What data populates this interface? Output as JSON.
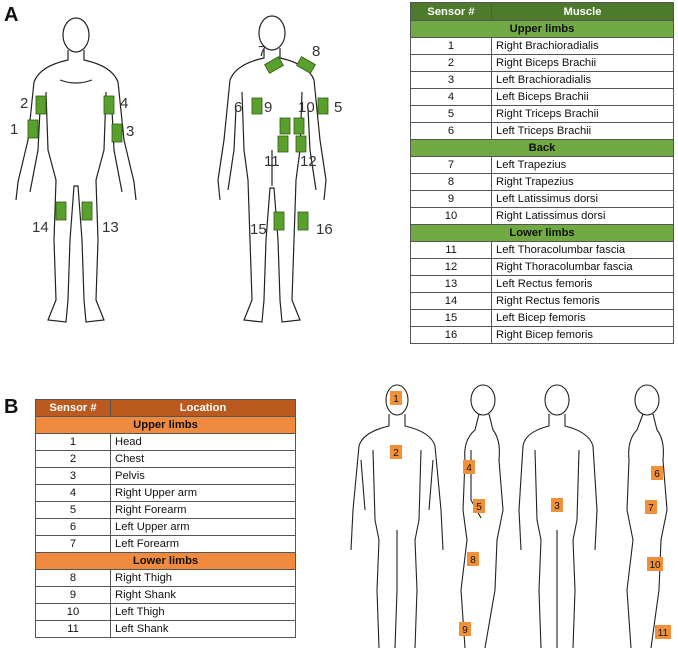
{
  "panel_a": {
    "letter": "A",
    "table": {
      "headers": [
        "Sensor #",
        "Muscle"
      ],
      "sections": [
        {
          "title": "Upper limbs",
          "rows": [
            [
              "1",
              "Right Brachioradialis"
            ],
            [
              "2",
              "Right Biceps Brachii"
            ],
            [
              "3",
              "Left Brachioradialis"
            ],
            [
              "4",
              "Left Biceps Brachii"
            ],
            [
              "5",
              "Right Triceps Brachii"
            ],
            [
              "6",
              "Left Triceps Brachii"
            ]
          ]
        },
        {
          "title": "Back",
          "rows": [
            [
              "7",
              "Left Trapezius"
            ],
            [
              "8",
              "Right Trapezius"
            ],
            [
              "9",
              "Left Latissimus dorsi"
            ],
            [
              "10",
              "Right Latissimus dorsi"
            ]
          ]
        },
        {
          "title": "Lower limbs",
          "rows": [
            [
              "11",
              "Left Thoracolumbar fascia"
            ],
            [
              "12",
              "Right Thoracolumbar fascia"
            ],
            [
              "13",
              "Left Rectus femoris"
            ],
            [
              "14",
              "Right Rectus femoris"
            ],
            [
              "15",
              "Left Bicep femoris"
            ],
            [
              "16",
              "Right Bicep femoris"
            ]
          ]
        }
      ]
    },
    "front_labels": [
      "1",
      "2",
      "3",
      "4",
      "13",
      "14"
    ],
    "back_labels": [
      "5",
      "6",
      "7",
      "8",
      "9",
      "10",
      "11",
      "12",
      "15",
      "16"
    ],
    "sensor_color": "#5aa02c"
  },
  "panel_b": {
    "letter": "B",
    "table": {
      "headers": [
        "Sensor #",
        "Location"
      ],
      "sections": [
        {
          "title": "Upper limbs",
          "rows": [
            [
              "1",
              "Head"
            ],
            [
              "2",
              "Chest"
            ],
            [
              "3",
              "Pelvis"
            ],
            [
              "4",
              "Right Upper arm"
            ],
            [
              "5",
              "Right Forearm"
            ],
            [
              "6",
              "Left Upper arm"
            ],
            [
              "7",
              "Left Forearm"
            ]
          ]
        },
        {
          "title": "Lower limbs",
          "rows": [
            [
              "8",
              "Right Thigh"
            ],
            [
              "9",
              "Right Shank"
            ],
            [
              "10",
              "Left Thigh"
            ],
            [
              "11",
              "Left Shank"
            ]
          ]
        }
      ]
    },
    "marker_labels": [
      "1",
      "2",
      "3",
      "4",
      "5",
      "6",
      "7",
      "8",
      "9",
      "10",
      "11"
    ],
    "sensor_color": "#f0913a"
  }
}
